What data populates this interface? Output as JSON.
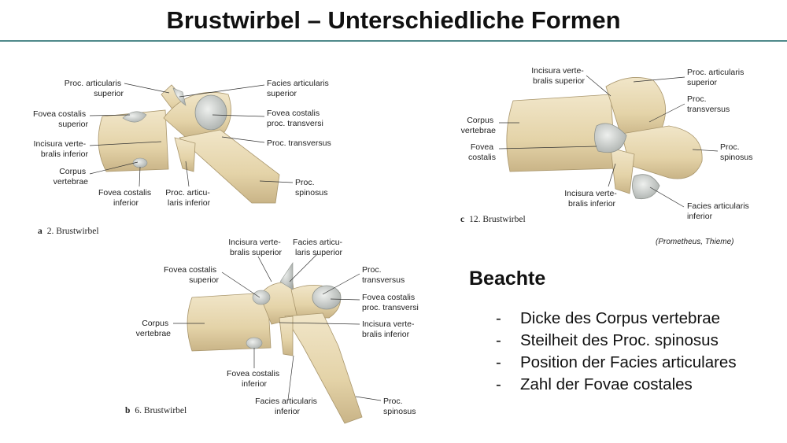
{
  "title": "Brustwirbel – Unterschiedliche Formen",
  "figures": {
    "a": {
      "letter": "a",
      "caption": "2. Brustwirbel",
      "labels": {
        "proc_art_sup": [
          "Proc. articularis",
          "superior"
        ],
        "fovea_sup": [
          "Fovea costalis",
          "superior"
        ],
        "incisura_inf": [
          "Incisura verte-",
          "bralis inferior"
        ],
        "corpus": [
          "Corpus",
          "vertebrae"
        ],
        "fovea_inf": [
          "Fovea costalis",
          "inferior"
        ],
        "proc_art_inf": [
          "Proc. articu-",
          "laris inferior"
        ],
        "facies_art_sup": [
          "Facies articularis",
          "superior"
        ],
        "fovea_transv": [
          "Fovea costalis",
          "proc. transversi"
        ],
        "proc_transv": [
          "Proc. transversus"
        ],
        "proc_spin": [
          "Proc.",
          "spinosus"
        ]
      }
    },
    "b": {
      "letter": "b",
      "caption": "6. Brustwirbel",
      "labels": {
        "incisura_sup": [
          "Incisura verte-",
          "bralis superior"
        ],
        "facies_art_sup": [
          "Facies articu-",
          "laris superior"
        ],
        "fovea_sup": [
          "Fovea costalis",
          "superior"
        ],
        "proc_transv": [
          "Proc.",
          "transversus"
        ],
        "fovea_transv": [
          "Fovea costalis",
          "proc. transversi"
        ],
        "corpus": [
          "Corpus",
          "vertebrae"
        ],
        "incisura_inf": [
          "Incisura verte-",
          "bralis inferior"
        ],
        "fovea_inf": [
          "Fovea costalis",
          "inferior"
        ],
        "facies_art_inf": [
          "Facies articularis",
          "inferior"
        ],
        "proc_spin": [
          "Proc.",
          "spinosus"
        ]
      }
    },
    "c": {
      "letter": "c",
      "caption": "12. Brustwirbel",
      "labels": {
        "incisura_sup": [
          "Incisura verte-",
          "bralis superior"
        ],
        "proc_art_sup": [
          "Proc. articularis",
          "superior"
        ],
        "proc_transv": [
          "Proc.",
          "transversus"
        ],
        "corpus": [
          "Corpus",
          "vertebrae"
        ],
        "fovea": [
          "Fovea",
          "costalis"
        ],
        "proc_spin": [
          "Proc.",
          "spinosus"
        ],
        "incisura_inf": [
          "Incisura verte-",
          "bralis inferior"
        ],
        "facies_art_inf": [
          "Facies articularis",
          "inferior"
        ]
      }
    }
  },
  "credit": "(Prometheus, Thieme)",
  "notes": {
    "heading": "Beachte",
    "items": [
      "Dicke des Corpus vertebrae",
      "Steilheit des Proc. spinosus",
      "Position der Facies articulares",
      "Zahl der Fovae costales"
    ]
  },
  "colors": {
    "bone": "#e8d9b5",
    "bone_shadow": "#c9b487",
    "cartilage": "#c8ccca",
    "rule": "#4f8a8b"
  }
}
